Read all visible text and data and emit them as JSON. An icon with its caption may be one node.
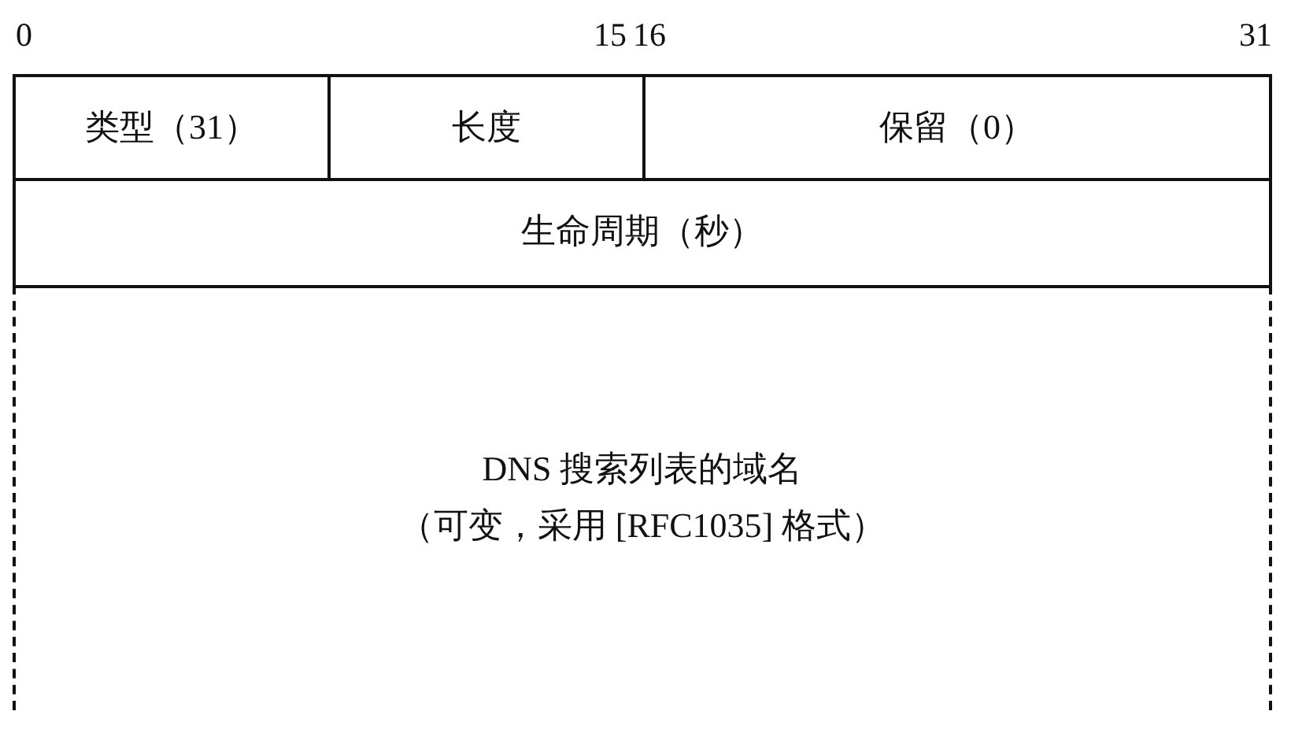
{
  "diagram": {
    "nodes": [
      {
        "text": [
          "类型（31）"
        ]
      },
      {
        "text": [
          "长度"
        ]
      },
      {
        "text": [
          "保留（0）"
        ]
      },
      {
        "text": [
          "生命周期（秒）"
        ]
      },
      {
        "text": [
          "DNS 搜索列表的域名",
          "（可变，采用 [RFC1035] 格式）"
        ]
      }
    ],
    "edges": [],
    "labels": [
      "0",
      "15",
      "16",
      "31"
    ]
  }
}
